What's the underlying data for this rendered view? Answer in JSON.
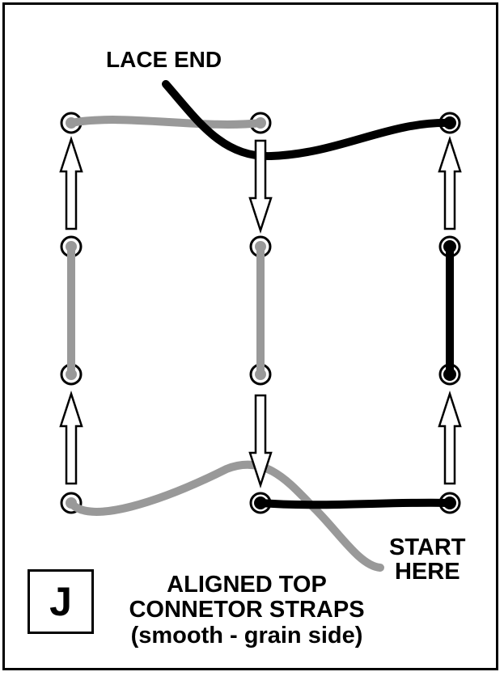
{
  "labels": {
    "lace_end": "LACE END",
    "start_line1": "START",
    "start_line2": "HERE",
    "caption_line1": "ALIGNED TOP",
    "caption_line2": "CONNETOR STRAPS",
    "caption_line3": "(smooth - grain side)",
    "panel_letter": "J"
  },
  "colors": {
    "black_strap": "#000000",
    "gray_strap": "#999999",
    "arrow_fill": "#ffffff",
    "outline": "#000000"
  }
}
